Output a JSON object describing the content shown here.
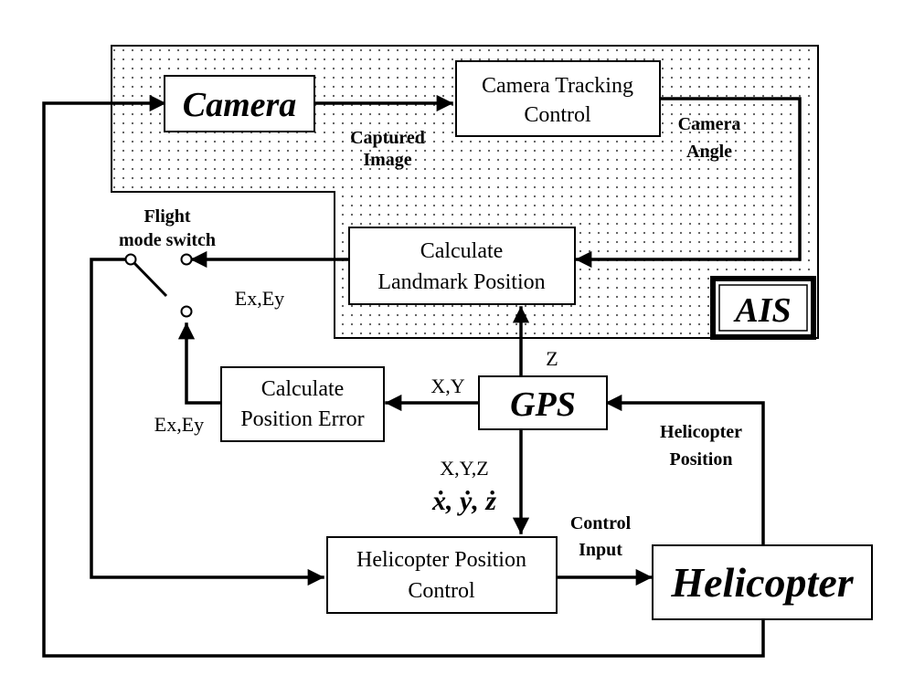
{
  "blocks": {
    "camera": "Camera",
    "camera_tracking": [
      "Camera Tracking",
      "Control"
    ],
    "landmark": [
      "Calculate",
      "Landmark Position"
    ],
    "ais": "AIS",
    "gps": "GPS",
    "position_error": [
      "Calculate",
      "Position Error"
    ],
    "position_control": [
      "Helicopter Position",
      "Control"
    ],
    "helicopter": "Helicopter"
  },
  "labels": {
    "captured_image": [
      "Captured",
      "Image"
    ],
    "camera_angle": [
      "Camera",
      "Angle"
    ],
    "flight_mode_switch": [
      "Flight",
      "mode switch"
    ],
    "ex_ey_top": "Ex,Ey",
    "ex_ey_bottom": "Ex,Ey",
    "z": "Z",
    "xy": "X,Y",
    "xyz": "X,Y,Z",
    "xyz_dot": "ẋ, ẏ, ż",
    "helicopter_position": [
      "Helicopter",
      "Position"
    ],
    "control_input": [
      "Control",
      "Input"
    ]
  }
}
